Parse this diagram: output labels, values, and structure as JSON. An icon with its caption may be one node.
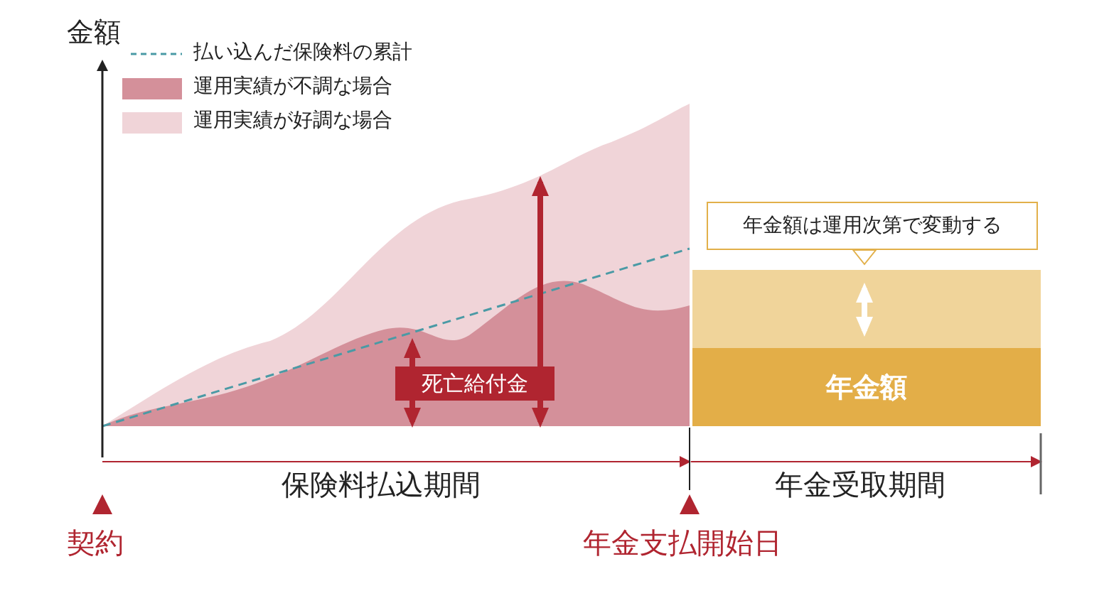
{
  "diagram": {
    "nodes": [
      {
        "text": [
          "死亡給付金"
        ]
      },
      {
        "text": [
          "年金額は運用次第で変動する"
        ]
      },
      {
        "text": [
          "年金額"
        ]
      }
    ],
    "labels": [
      "金額",
      "保険料払込期間",
      "年金受取期間",
      "契約",
      "年金支払開始日"
    ],
    "legend": [
      {
        "text": "払い込んだ保険料の累計"
      },
      {
        "text": "運用実績が不調な場合",
        "color": "#d4909a"
      },
      {
        "text": "運用実績が好調な場合",
        "color": "#f0d4d8"
      }
    ]
  }
}
